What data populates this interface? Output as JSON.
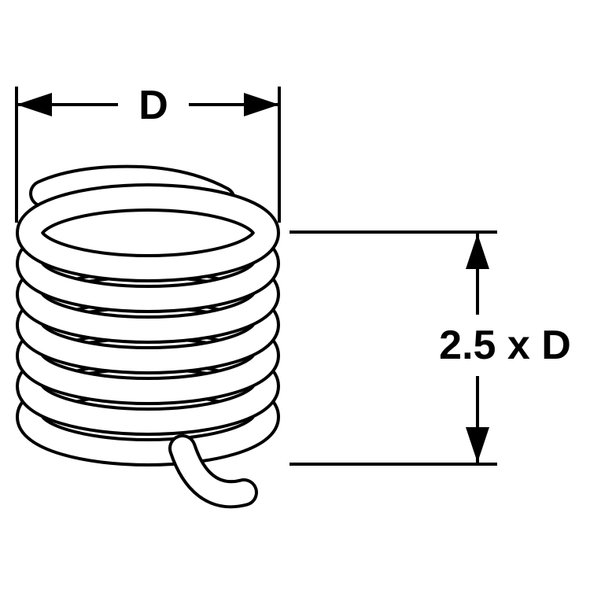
{
  "diagram": {
    "type": "technical-drawing",
    "subject": "helical wire thread insert with dimension callouts",
    "dimension_labels": {
      "diameter": "D",
      "length": "2.5 x D"
    },
    "colors": {
      "line": "#000000",
      "background": "#ffffff"
    }
  }
}
